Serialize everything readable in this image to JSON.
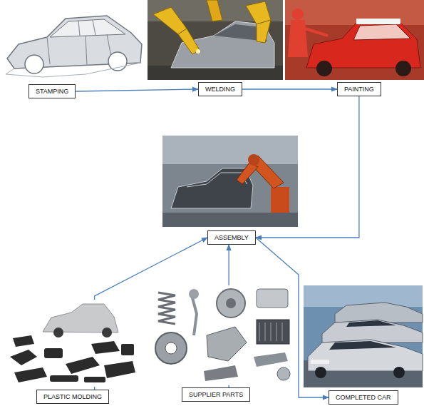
{
  "diagram": {
    "nodes": [
      {
        "text": [
          "STAMPING"
        ]
      },
      {
        "text": [
          "WELDING"
        ]
      },
      {
        "text": [
          "PAINTING"
        ]
      },
      {
        "text": [
          "ASSEMBLY"
        ]
      },
      {
        "text": [
          "PLASTIC MOLDING"
        ]
      },
      {
        "text": [
          "SUPPLIER PARTS"
        ]
      },
      {
        "text": [
          "COMPLETED CAR"
        ]
      }
    ],
    "edges": [
      {
        "from": 0,
        "to": 1,
        "arrow": "to"
      },
      {
        "from": 1,
        "to": 2,
        "arrow": "to"
      },
      {
        "from": 2,
        "to": 3,
        "arrow": "to"
      },
      {
        "from": 4,
        "to": 3,
        "arrow": "to"
      },
      {
        "from": 5,
        "to": 3,
        "arrow": "to"
      },
      {
        "from": 3,
        "to": 6,
        "arrow": "to"
      }
    ]
  }
}
